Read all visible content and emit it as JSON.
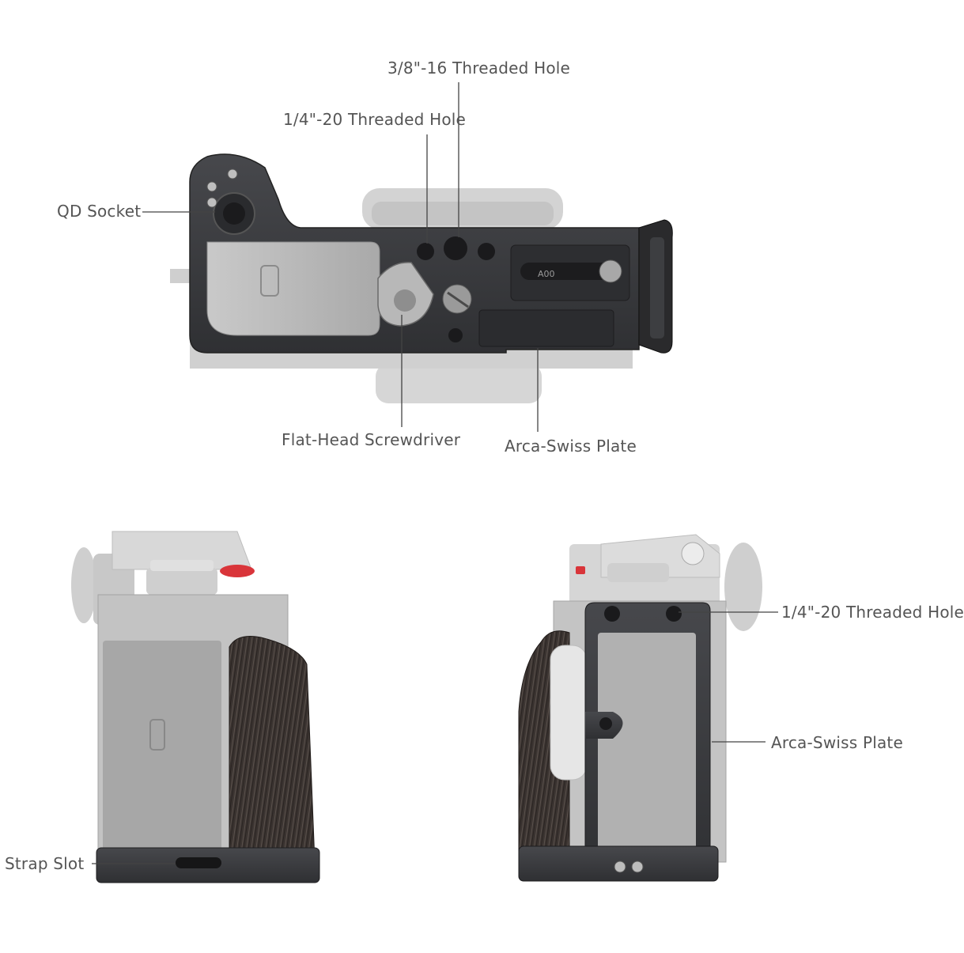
{
  "callouts": {
    "top_3_8_hole": "3/8\"-16 Threaded Hole",
    "top_1_4_hole": "1/4\"-20 Threaded Hole",
    "qd_socket": "QD Socket",
    "screwdriver": "Flat-Head Screwdriver",
    "top_arca": "Arca-Swiss Plate",
    "side_1_4_hole": "1/4\"-20 Threaded Hole",
    "side_arca": "Arca-Swiss Plate",
    "strap_slot": "Strap Slot"
  },
  "plate_marking": "A00",
  "colors": {
    "cage_metal": "#3a3b3e",
    "camera_silver": "#b9b9b9",
    "ghost_gray": "#cfcfcf",
    "wood_grip": "#3b3431",
    "accent_red": "#d9353a",
    "leader_line": "#444444",
    "label_text": "#555555"
  }
}
